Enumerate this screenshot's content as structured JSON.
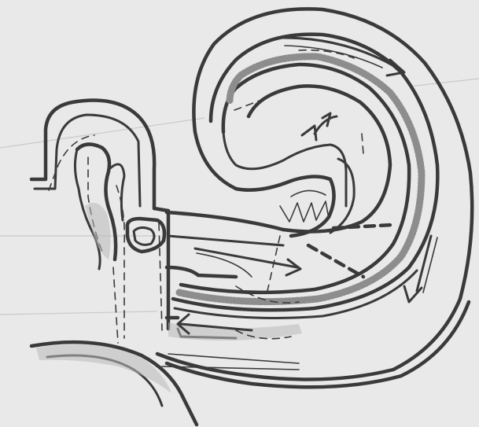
{
  "diagram": {
    "palette": {
      "paper": "#e9e9e9",
      "ink": "#3a3a3a",
      "shading": "#8d8d8d"
    },
    "has_text_labels": false,
    "elements": [
      "outer-ear",
      "ossicles",
      "oval-window",
      "round-window",
      "cochlea-spiral",
      "basilar-membrane-hatching",
      "flow-arrows",
      "dashed-flow-lines"
    ]
  }
}
